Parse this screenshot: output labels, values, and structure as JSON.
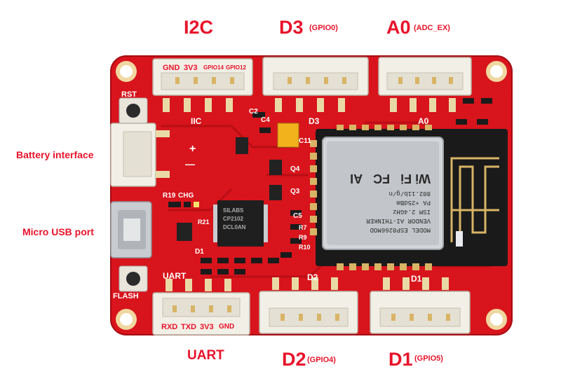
{
  "labels": {
    "i2c": "I2C",
    "d3": "D3",
    "d3_sub": "(GPIO0)",
    "a0": "A0",
    "a0_sub": "(ADC_EX)",
    "battery": "Battery interface",
    "usb": "Micro USB port",
    "uart": "UART",
    "d2": "D2",
    "d2_sub": "(GPIO4)",
    "d1": "D1",
    "d1_sub": "(GPIO5)"
  },
  "pins": {
    "gnd": "GND",
    "v3": "3V3",
    "gpio14": "GPIO14",
    "gpio12": "GPIO12",
    "rxd": "RXD",
    "txd": "TXD",
    "v3b": "3V3",
    "gndb": "GND"
  },
  "silk": {
    "rst": "RST",
    "flash": "FLASH",
    "iic": "IIC",
    "d3": "D3",
    "a0": "A0",
    "d2": "D2",
    "d1": "D1",
    "uart": "UART",
    "chg": "CHG",
    "r19": "R19",
    "c2": "C2",
    "c4": "C4",
    "c11": "C11",
    "q3": "Q3",
    "q4": "Q4",
    "c5": "C5",
    "r7": "R7",
    "r9": "R9",
    "r10": "R10",
    "d1_diode": "D1",
    "r21": "R21",
    "plus": "+",
    "minus": "—"
  },
  "chips": {
    "bridge_1": "SILABS",
    "bridge_2": "CP2102",
    "bridge_3": "DCL0AN",
    "module_1": "MODEL ESP8266MOD",
    "module_2": "VENDOR AI-THINKER",
    "module_3": "ISM 2.4GHz",
    "module_4": "PA +25dBm",
    "module_5": "802.11b/g/n",
    "module_wifi": "Wi Fi",
    "module_fc": "FC",
    "module_ai": "AI"
  },
  "colors": {
    "board": "#d9141c",
    "board_dark": "#b10d14",
    "silkscreen": "#ffffff",
    "label_red": "#e8132a",
    "connector": "#f2efe6",
    "module": "#1a1a1a",
    "gold": "#d8b466"
  }
}
